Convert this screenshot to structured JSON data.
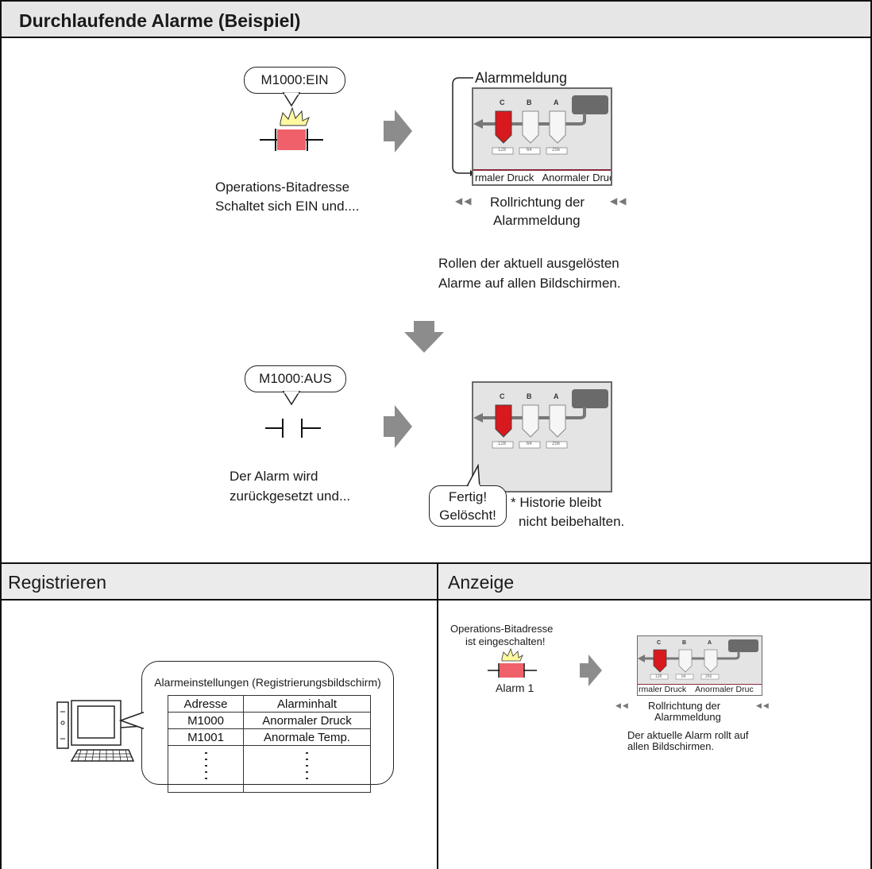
{
  "title": "Durchlaufende Alarme (Beispiel)",
  "step_on": {
    "bubble": "M1000:EIN",
    "desc_line1": "Operations-Bitadresse",
    "desc_line2": "Schaltet sich EIN und...."
  },
  "screen_top": {
    "label": "Alarmmeldung",
    "ticker": "rmaler Druck   Anormaler Druc",
    "tanks": [
      "C",
      "B",
      "A"
    ],
    "gauges": [
      "128",
      "64",
      "256"
    ]
  },
  "scroll_dir": {
    "line1": "Rollrichtung der",
    "line2": "Alarmmeldung"
  },
  "roll_note": {
    "line1": "Rollen der aktuell ausgelösten",
    "line2": "Alarme auf allen Bildschirmen."
  },
  "step_off": {
    "bubble": "M1000:AUS",
    "desc_line1": "Der Alarm wird",
    "desc_line2": "zurückgesetzt und..."
  },
  "done_bubble": {
    "line1": "Fertig!",
    "line2": "Gelöscht!"
  },
  "history_note": {
    "line1": "* Historie bleibt",
    "line2": "nicht beibehalten."
  },
  "register": {
    "header": "Registrieren",
    "callout_title": "Alarmeinstellungen (Registrierungsbildschirm)",
    "columns": [
      "Adresse",
      "Alarminhalt"
    ],
    "rows": [
      [
        "M1000",
        "Anormaler Druck"
      ],
      [
        "M1001",
        "Anormale Temp."
      ]
    ]
  },
  "display": {
    "header": "Anzeige",
    "op_line1": "Operations-Bitadresse",
    "op_line2": "ist eingeschalten!",
    "alarm_label": "Alarm 1",
    "ticker": "rmaler Druck    Anormaler Druc",
    "scroll_line1": "Rollrichtung der",
    "scroll_line2": "Alarmmeldung",
    "note_line1": "Der aktuelle Alarm rollt auf",
    "note_line2": "allen Bildschirmen."
  },
  "colors": {
    "alarm_red": "#e8272a",
    "lamp_pink": "#f0606a",
    "arrow_gray": "#8c8c8c",
    "header_bg": "#e6e6e6"
  }
}
